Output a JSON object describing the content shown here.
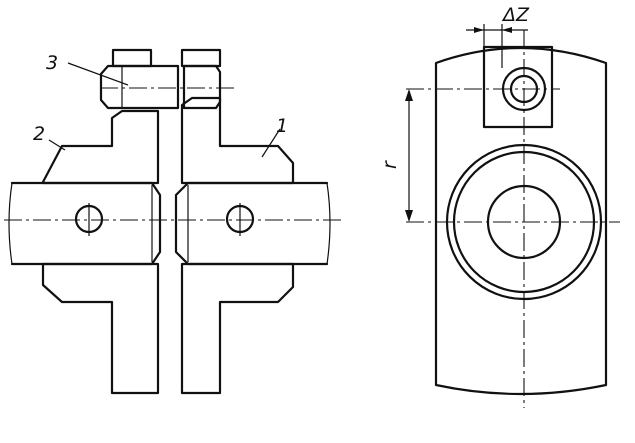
{
  "labels": {
    "part_3": "3",
    "part_2": "2",
    "part_1": "1",
    "offset": "ΔZ",
    "radius": "r"
  }
}
